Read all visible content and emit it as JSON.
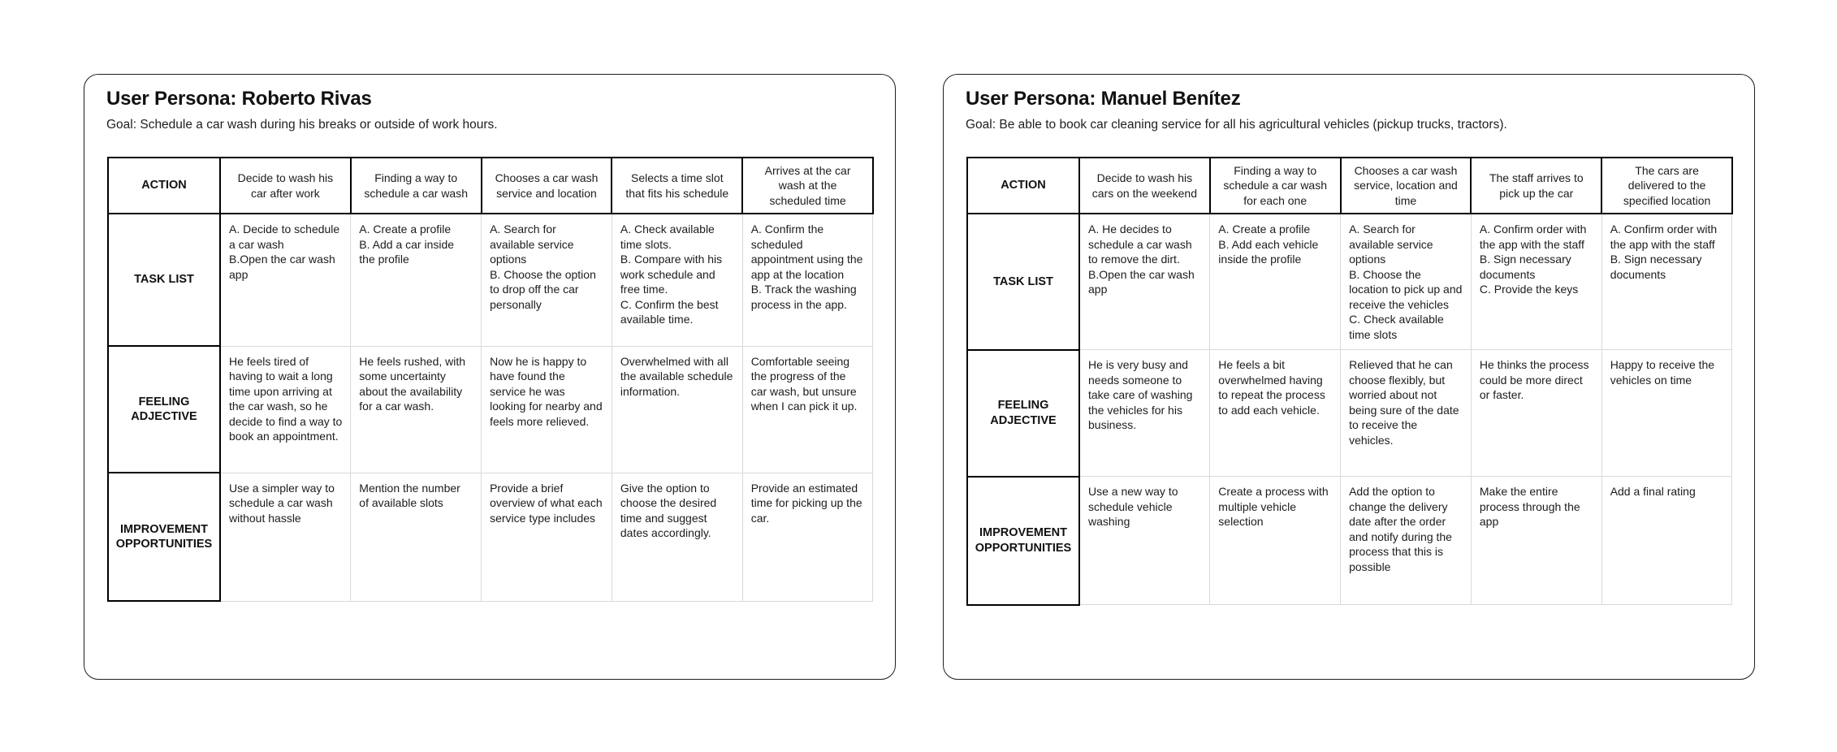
{
  "colors": {
    "background": "#ffffff",
    "card_border": "#1f1f1f",
    "table_border_strong": "#000000",
    "table_border_light": "#d9d9d9",
    "text": "#1c1c1c"
  },
  "row_labels": {
    "action": "ACTION",
    "tasks": "TASK LIST",
    "feeling": "FEELING ADJECTIVE",
    "improvement": "IMPROVEMENT OPPORTUNITIES"
  },
  "cards": [
    {
      "title": "User Persona: Roberto Rivas",
      "goal": "Goal: Schedule a car wash during his breaks or outside of work hours.",
      "columns": [
        {
          "action": "Decide to wash his car after work",
          "tasks": "A. Decide to schedule a car wash\nB.Open the car wash app",
          "feeling": "He feels tired of having to wait a long time upon arriving at the car wash, so he decide to find a way to book an appointment.",
          "improvement": "Use a simpler way to schedule a car wash without hassle"
        },
        {
          "action": "Finding a way to schedule a car wash",
          "tasks": "A. Create a profile\nB. Add a car inside the profile",
          "feeling": "He feels rushed, with some uncertainty about the availability for a car wash.",
          "improvement": "Mention the number of available slots"
        },
        {
          "action": "Chooses a car wash service and location",
          "tasks": "A. Search for available service options\nB. Choose the option to drop off the car personally",
          "feeling": "Now he is happy to have found the service he was looking for nearby and feels more relieved.",
          "improvement": "Provide a brief overview of what each service type includes"
        },
        {
          "action": "Selects a time slot that fits his schedule",
          "tasks": "A. Check available time slots.\nB. Compare with his work schedule and free time.\nC. Confirm the best available time.",
          "feeling": "Overwhelmed with all the available schedule information.",
          "improvement": "Give the option to choose the desired time and suggest dates accordingly."
        },
        {
          "action": "Arrives at the car wash at the scheduled time",
          "tasks": "A. Confirm the scheduled appointment using the app at the location\nB. Track the washing process in the app.",
          "feeling": "Comfortable seeing the progress of the car wash, but unsure when I can pick it up.",
          "improvement": "Provide an estimated time for picking up the car."
        }
      ]
    },
    {
      "title": "User Persona: Manuel Benítez",
      "goal": "Goal: Be able to book car cleaning service for all his agricultural vehicles (pickup trucks, tractors).",
      "columns": [
        {
          "action": "Decide to wash his cars on the weekend",
          "tasks": "A. He decides to schedule a car wash to remove the dirt.\nB.Open the car wash app",
          "feeling": "He is very busy and needs someone to take care of washing the vehicles for his business.",
          "improvement": "Use a new way to schedule vehicle washing"
        },
        {
          "action": "Finding a way to schedule a car wash for each one",
          "tasks": "A. Create a profile\nB. Add each vehicle inside the profile",
          "feeling": "He feels a bit overwhelmed having to repeat the process to add each vehicle.",
          "improvement": "Create a process with multiple vehicle selection"
        },
        {
          "action": "Chooses a car wash service, location and time",
          "tasks": "A. Search for available service options\nB. Choose the location to pick up and receive the vehicles\nC. Check available time slots",
          "feeling": "Relieved that he can choose flexibly, but worried about not being sure of the date to receive the vehicles.",
          "improvement": "Add the option to change the delivery date after the order and notify during the process that this is possible"
        },
        {
          "action": "The staff arrives to pick up the car",
          "tasks": "A. Confirm order with the app with the staff\nB. Sign necessary documents\nC. Provide the keys",
          "feeling": "He thinks the process could be more direct or faster.",
          "improvement": "Make the entire process through the app"
        },
        {
          "action": "The cars are delivered to the specified location",
          "tasks": "A. Confirm order with the app with the staff\nB. Sign necessary documents",
          "feeling": "Happy to receive the vehicles on time",
          "improvement": "Add a final rating"
        }
      ]
    }
  ]
}
